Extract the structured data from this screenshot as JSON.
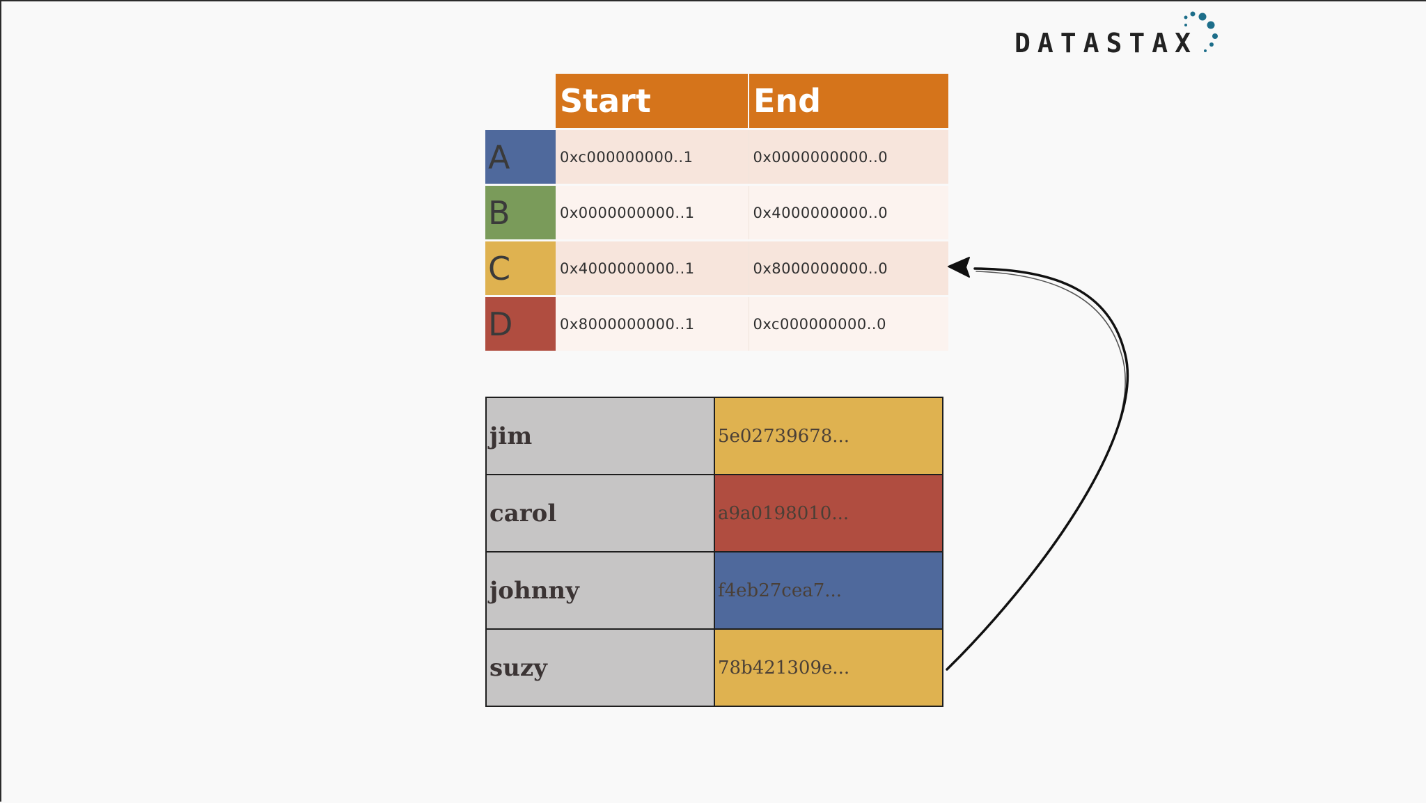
{
  "logo": {
    "text": "DATASTAX"
  },
  "range_table": {
    "headers": {
      "start": "Start",
      "end": "End"
    },
    "rows": [
      {
        "node": "A",
        "color": "#4f699c",
        "start": "0xc000000000..1",
        "end": "0x0000000000..0"
      },
      {
        "node": "B",
        "color": "#7a9b5a",
        "start": "0x0000000000..1",
        "end": "0x4000000000..0"
      },
      {
        "node": "C",
        "color": "#dfb250",
        "start": "0x4000000000..1",
        "end": "0x8000000000..0"
      },
      {
        "node": "D",
        "color": "#b04d40",
        "start": "0x8000000000..1",
        "end": "0xc000000000..0"
      }
    ]
  },
  "key_table": {
    "rows": [
      {
        "name": "jim",
        "hash": "5e02739678...",
        "color": "#dfb250"
      },
      {
        "name": "carol",
        "hash": "a9a0198010...",
        "color": "#b04d40"
      },
      {
        "name": "johnny",
        "hash": "f4eb27cea7...",
        "color": "#4f699c"
      },
      {
        "name": "suzy",
        "hash": "78b421309e...",
        "color": "#dfb250"
      }
    ]
  },
  "colors": {
    "header": "#d5741b",
    "key_cell": "#c6c5c5"
  }
}
